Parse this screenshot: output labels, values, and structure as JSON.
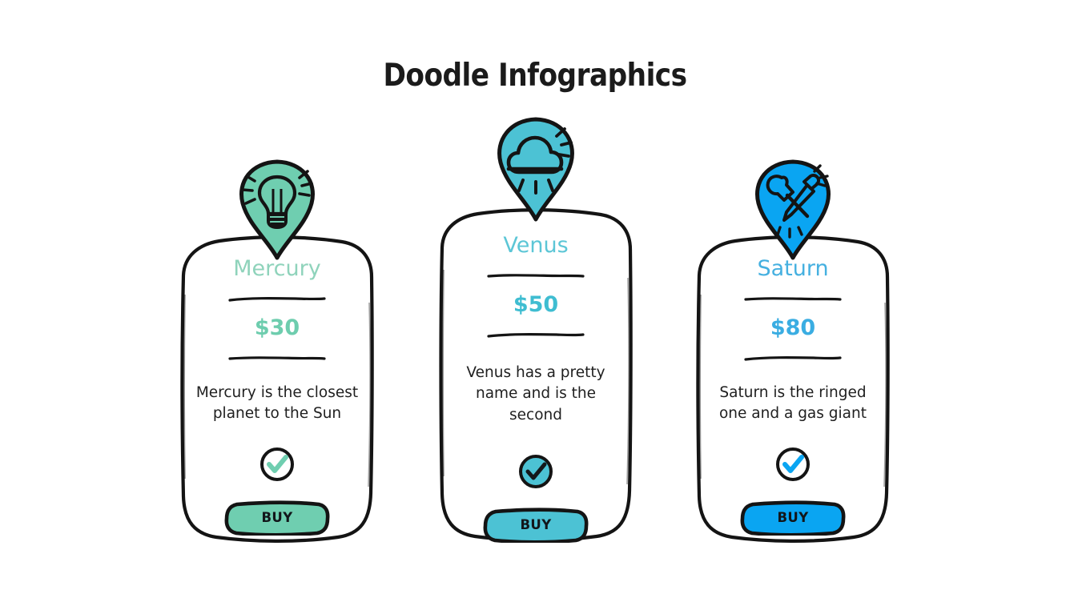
{
  "slide": {
    "title": "Doodle Infographics",
    "background_color": "#ffffff"
  },
  "plans": [
    {
      "id": "mercury",
      "name": "Mercury",
      "price": "$30",
      "description": "Mercury is the closest planet to the Sun",
      "buy_label": "BUY",
      "pin_icon": "lightbulb-icon",
      "check_icon": "check-circle-icon",
      "accent_color": "#6fceb0",
      "title_color": "#8fd3bb",
      "price_color": "#6ecdae",
      "check_fill": "#ffffff",
      "check_mark_color": "#6fceb0"
    },
    {
      "id": "venus",
      "name": "Venus",
      "price": "$50",
      "description": "Venus has a pretty name and is the second",
      "buy_label": "BUY",
      "pin_icon": "cloud-sun-rain-icon",
      "check_icon": "check-circle-icon",
      "accent_color": "#4cc2d4",
      "title_color": "#5cc6d6",
      "price_color": "#3fbdd1",
      "check_fill": "#4cc2d4",
      "check_mark_color": "#14181b"
    },
    {
      "id": "saturn",
      "name": "Saturn",
      "price": "$80",
      "description": "Saturn is the ringed one and a gas giant",
      "buy_label": "BUY",
      "pin_icon": "wrench-screwdriver-icon",
      "check_icon": "check-circle-icon",
      "accent_color": "#0aa5f2",
      "title_color": "#45b0e0",
      "price_color": "#3aade2",
      "check_fill": "#ffffff",
      "check_mark_color": "#0aa5f2"
    }
  ]
}
